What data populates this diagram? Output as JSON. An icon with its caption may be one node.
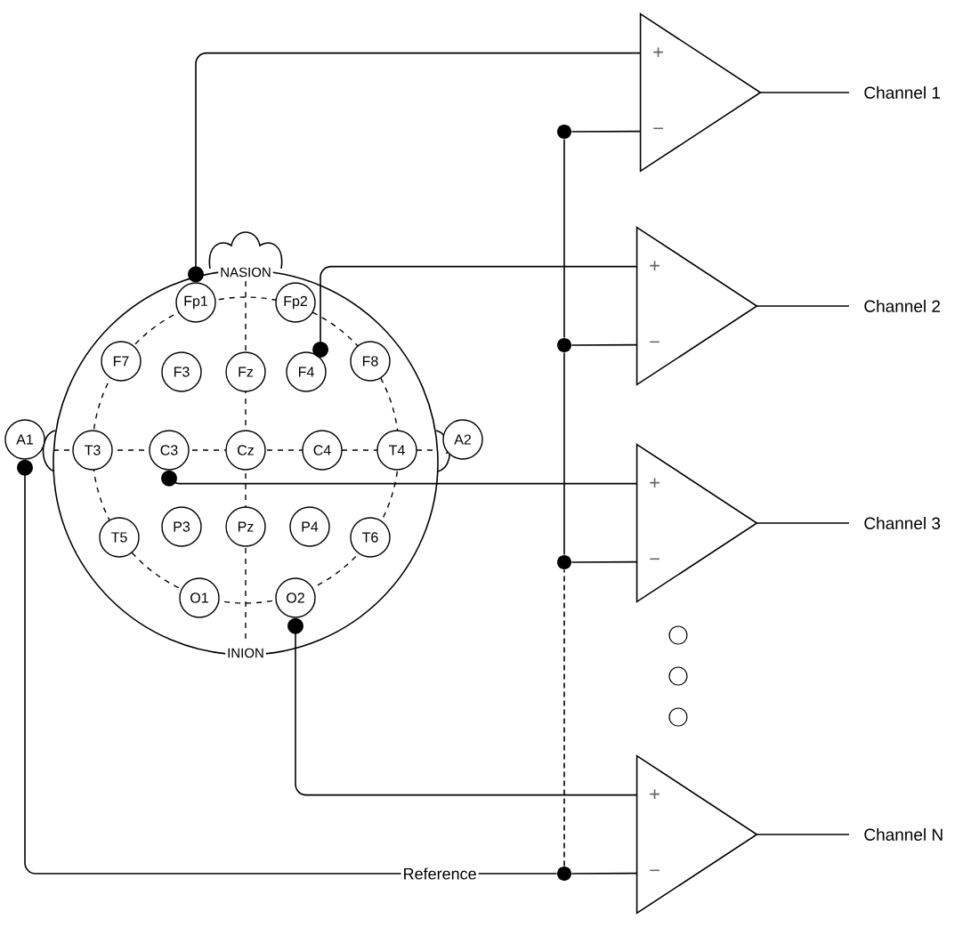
{
  "diagram": {
    "nodes": [
      {
        "text": [
          "NASION",
          "INION"
        ]
      },
      {
        "text": [
          "Fp1"
        ],
        "in": 0
      },
      {
        "text": [
          "Fp2"
        ],
        "in": 0
      },
      {
        "text": [
          "F7"
        ],
        "in": 0
      },
      {
        "text": [
          "F3"
        ],
        "in": 0
      },
      {
        "text": [
          "Fz"
        ],
        "in": 0
      },
      {
        "text": [
          "F4"
        ],
        "in": 0
      },
      {
        "text": [
          "F8"
        ],
        "in": 0
      },
      {
        "text": [
          "A1"
        ]
      },
      {
        "text": [
          "T3"
        ],
        "in": 0
      },
      {
        "text": [
          "C3"
        ],
        "in": 0
      },
      {
        "text": [
          "Cz"
        ],
        "in": 0
      },
      {
        "text": [
          "C4"
        ],
        "in": 0
      },
      {
        "text": [
          "T4"
        ],
        "in": 0
      },
      {
        "text": [
          "A2"
        ]
      },
      {
        "text": [
          "T5"
        ],
        "in": 0
      },
      {
        "text": [
          "P3"
        ],
        "in": 0
      },
      {
        "text": [
          "Pz"
        ],
        "in": 0
      },
      {
        "text": [
          "P4"
        ],
        "in": 0
      },
      {
        "text": [
          "T6"
        ],
        "in": 0
      },
      {
        "text": [
          "O1"
        ],
        "in": 0
      },
      {
        "text": [
          "O2"
        ],
        "in": 0
      },
      {
        "text": [
          "+",
          "−"
        ]
      },
      {
        "text": [
          "Channel 1"
        ]
      },
      {
        "text": [
          "+",
          "−"
        ]
      },
      {
        "text": [
          "Channel 2"
        ]
      },
      {
        "text": [
          "+",
          "−"
        ]
      },
      {
        "text": [
          "Channel 3"
        ]
      },
      {
        "text": [],
        "shape": "circle"
      },
      {
        "text": [],
        "shape": "circle"
      },
      {
        "text": [],
        "shape": "circle"
      },
      {
        "text": [
          "+",
          "−"
        ]
      },
      {
        "text": [
          "Channel N"
        ]
      },
      {
        "text": [],
        "shape": "dot"
      },
      {
        "text": [],
        "shape": "dot"
      },
      {
        "text": [],
        "shape": "dot"
      },
      {
        "text": [],
        "shape": "dot"
      }
    ],
    "edges": [
      {
        "from": 1,
        "to": 22,
        "arrow": "other"
      },
      {
        "from": 6,
        "to": 24,
        "arrow": "other"
      },
      {
        "from": 10,
        "to": 26,
        "arrow": "other"
      },
      {
        "from": 21,
        "to": 31,
        "arrow": "other"
      },
      {
        "from": 8,
        "to": 36,
        "arrow": "other",
        "label": "Reference"
      },
      {
        "from": 36,
        "to": 31,
        "arrow": "none"
      },
      {
        "from": 36,
        "to": 35,
        "arrow": "none",
        "style": "dashed"
      },
      {
        "from": 35,
        "to": 26,
        "arrow": "none"
      },
      {
        "from": 35,
        "to": 34,
        "arrow": "none"
      },
      {
        "from": 34,
        "to": 24,
        "arrow": "none"
      },
      {
        "from": 34,
        "to": 33,
        "arrow": "none"
      },
      {
        "from": 33,
        "to": 22,
        "arrow": "none"
      },
      {
        "from": 22,
        "to": 23,
        "arrow": "none"
      },
      {
        "from": 24,
        "to": 25,
        "arrow": "none"
      },
      {
        "from": 26,
        "to": 27,
        "arrow": "none"
      },
      {
        "from": 31,
        "to": 32,
        "arrow": "none"
      }
    ]
  }
}
